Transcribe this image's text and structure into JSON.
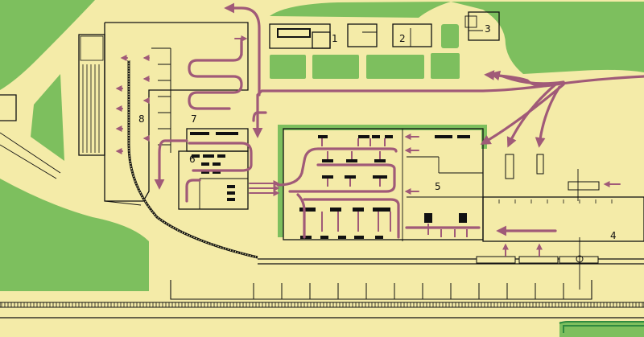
{
  "colors": {
    "ground": "#f4eba8",
    "green": "#7dbf5e",
    "flow": "#a05a78",
    "ink": "#111111",
    "yard_green": "#2f8a40"
  },
  "labels": {
    "bldg_1": "1",
    "bldg_2": "2",
    "bldg_3": "3",
    "bldg_4": "4",
    "bldg_5": "5",
    "bldg_6": "6",
    "bldg_7": "7",
    "bldg_8": "8"
  }
}
